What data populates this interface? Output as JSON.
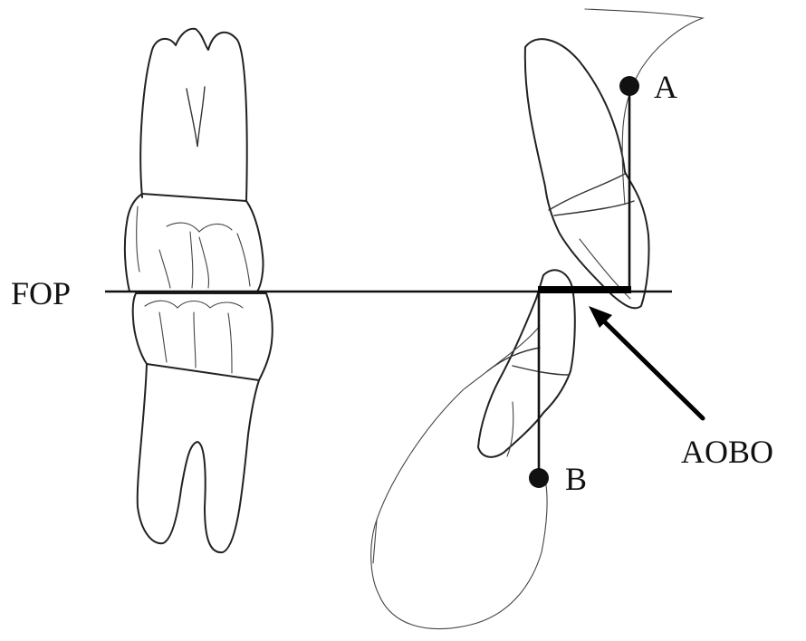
{
  "labels": {
    "fop": "FOP",
    "point_a": "A",
    "point_b": "B",
    "aobo": "AOBO"
  }
}
